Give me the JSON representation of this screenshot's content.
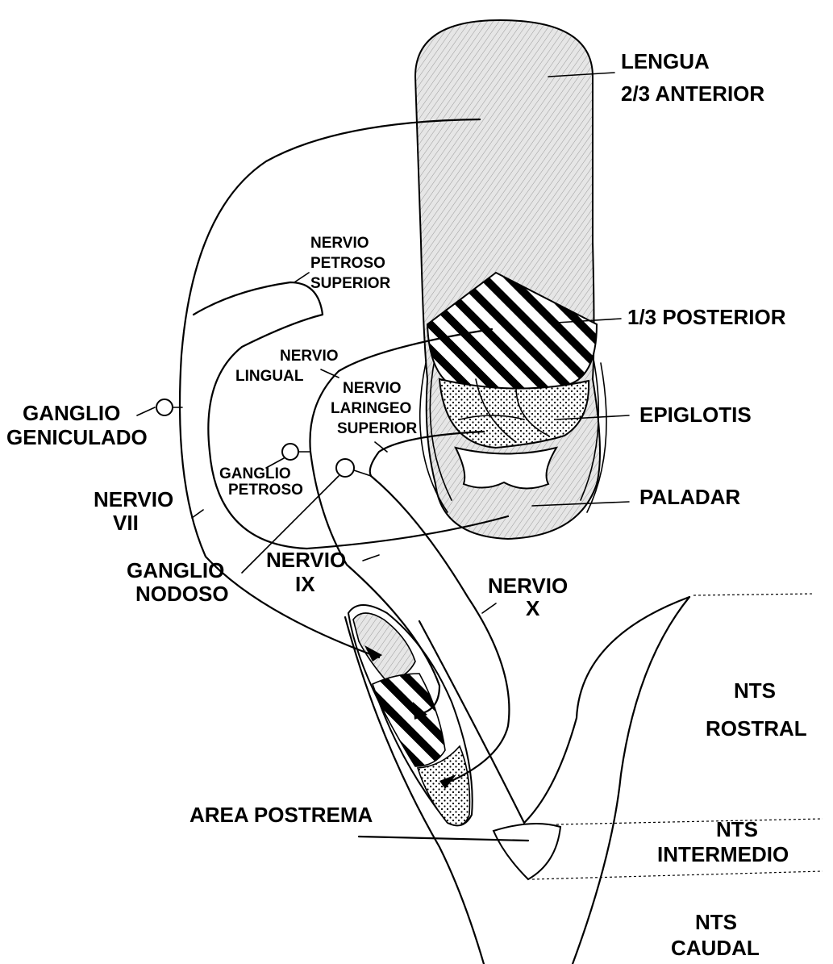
{
  "labels": {
    "lengua": "LENGUA",
    "dos_tercios": "2/3 ANTERIOR",
    "un_tercio": "1/3 POSTERIOR",
    "epiglotis": "EPIGLOTIS",
    "paladar": "PALADAR",
    "nervio_petroso_1": "NERVIO",
    "nervio_petroso_2": "PETROSO",
    "nervio_petroso_3": "SUPERIOR",
    "nervio_lingual_1": "NERVIO",
    "nervio_lingual_2": "LINGUAL",
    "nervio_laringeo_1": "NERVIO",
    "nervio_laringeo_2": "LARINGEO",
    "nervio_laringeo_3": "SUPERIOR",
    "ganglio_geniculado_1": "GANGLIO",
    "ganglio_geniculado_2": "GENICULADO",
    "ganglio_petroso_1": "GANGLIO",
    "ganglio_petroso_2": "PETROSO",
    "nervio_vii_1": "NERVIO",
    "nervio_vii_2": "VII",
    "ganglio_nodoso_1": "GANGLIO",
    "ganglio_nodoso_2": "NODOSO",
    "nervio_ix_1": "NERVIO",
    "nervio_ix_2": "IX",
    "nervio_x_1": "NERVIO",
    "nervio_x_2": "X",
    "area_postrema": "AREA POSTREMA",
    "nts_rostral_1": "NTS",
    "nts_rostral_2": "ROSTRAL",
    "nts_intermedio_1": "NTS",
    "nts_intermedio_2": "INTERMEDIO",
    "nts_caudal_1": "NTS",
    "nts_caudal_2": "CAUDAL"
  }
}
